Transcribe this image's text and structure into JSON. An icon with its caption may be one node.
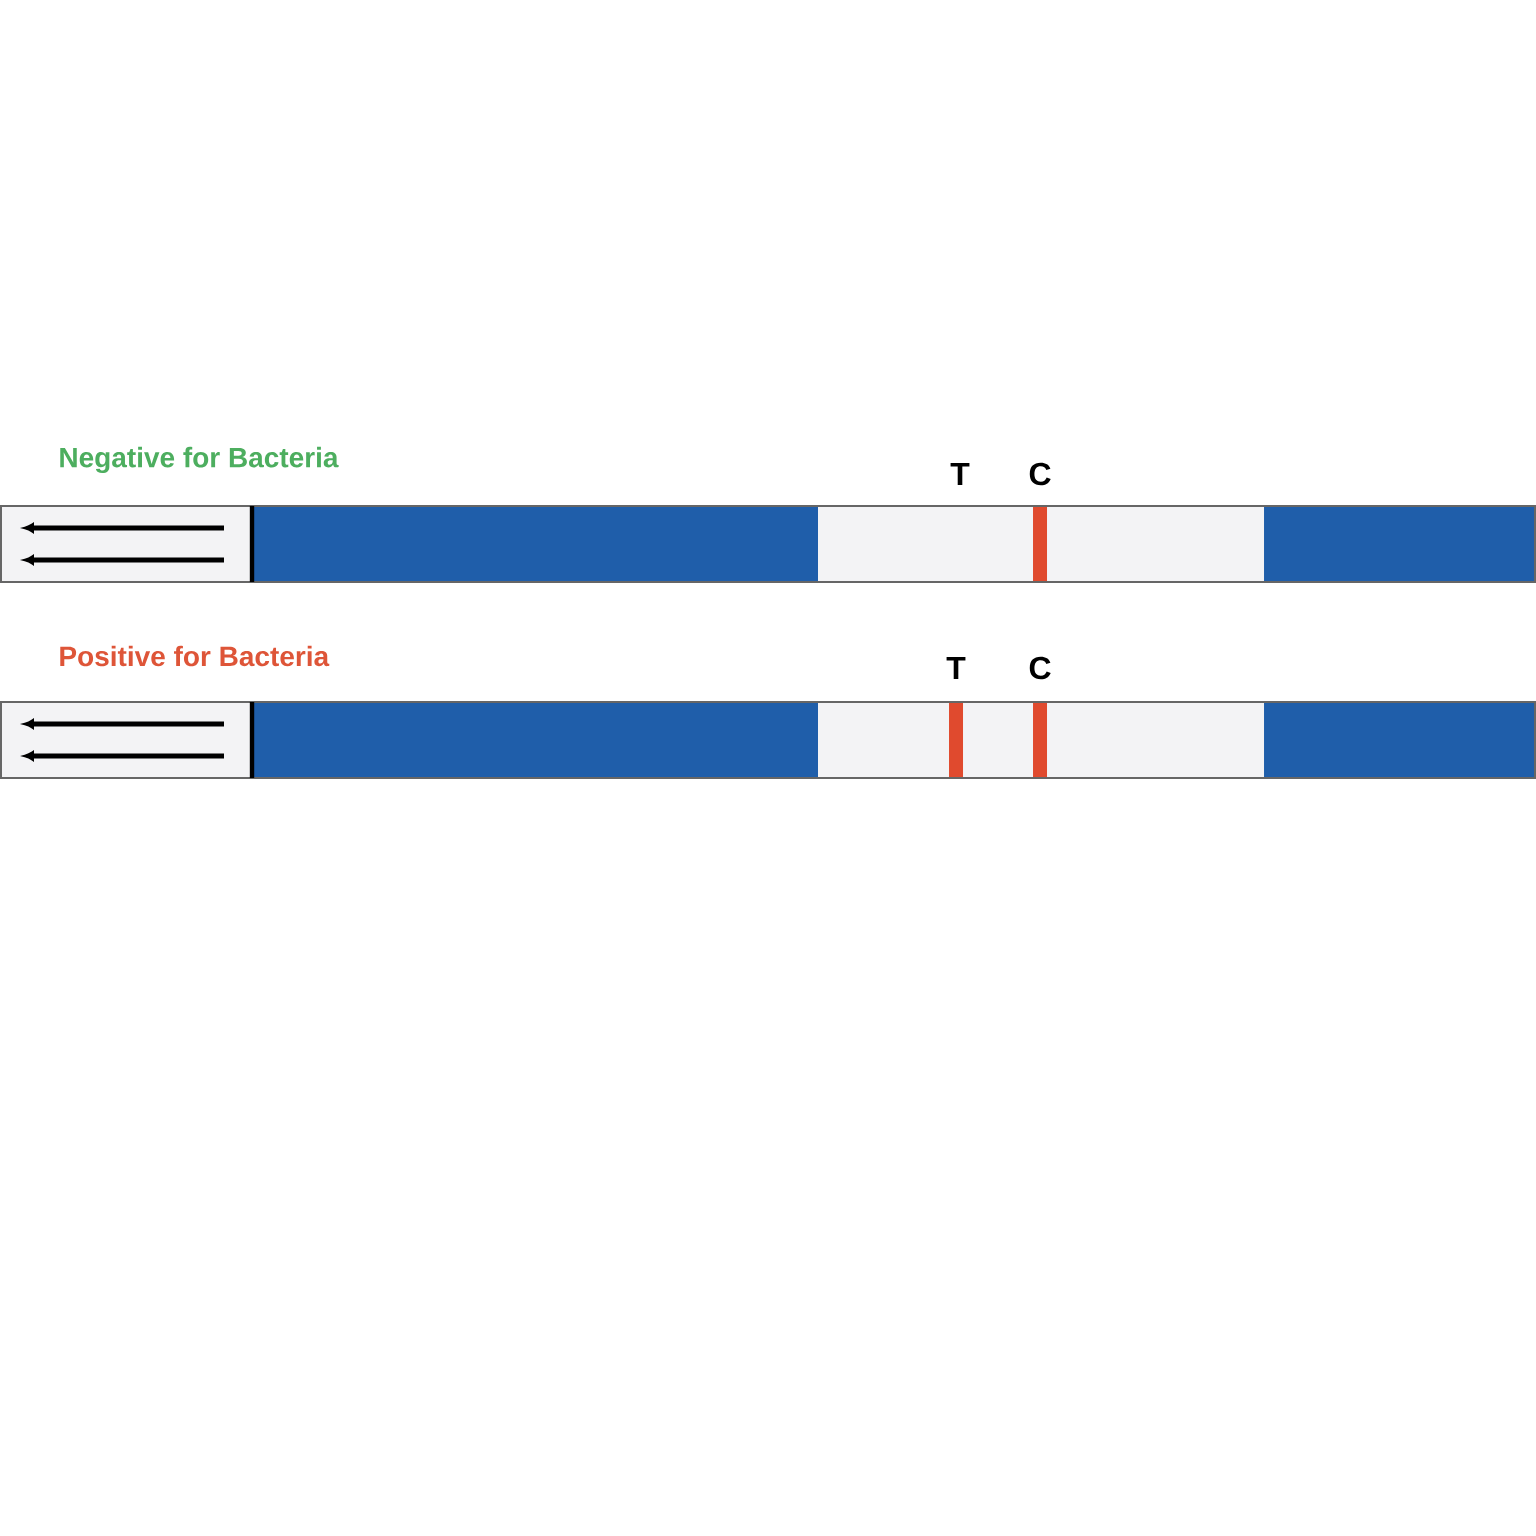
{
  "diagram": {
    "labels": [
      "Negative for Bacteria",
      "T",
      "C",
      "Positive for Bacteria",
      "T",
      "C"
    ]
  }
}
